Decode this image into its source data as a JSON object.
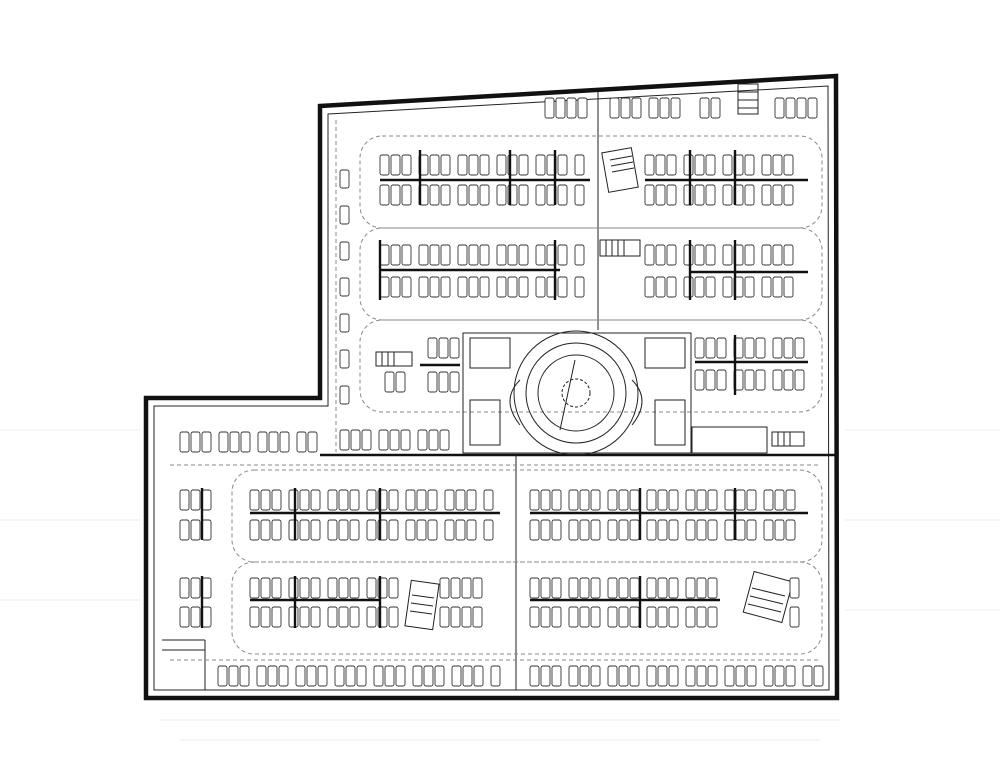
{
  "plan": {
    "colors": {
      "wall": "#111111",
      "line": "#333333",
      "aisle_dash": "#888888",
      "background": "#ffffff"
    },
    "elements": {
      "outer_wall": "building-outline",
      "core": "central-circular-ramp-core",
      "stairs": "stair-core",
      "stalls": "parking-stall"
    }
  }
}
